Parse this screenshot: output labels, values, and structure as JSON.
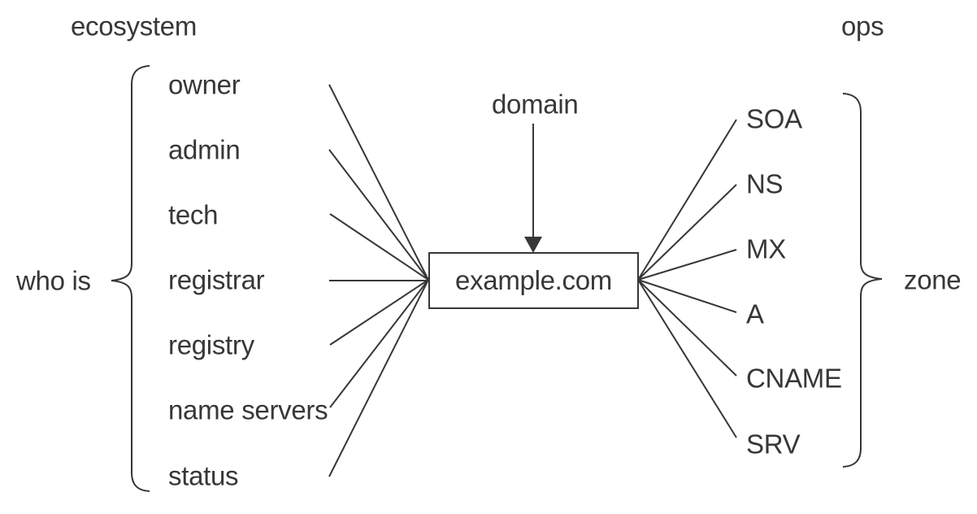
{
  "diagram": {
    "ecosystem_title": "ecosystem",
    "ops_title": "ops",
    "center": {
      "arrow_label": "domain",
      "node_label": "example.com"
    },
    "whois_group": {
      "brace_label": "who is",
      "items": [
        "owner",
        "admin",
        "tech",
        "registrar",
        "registry",
        "name servers",
        "status"
      ]
    },
    "zone_group": {
      "brace_label": "zone",
      "items": [
        "SOA",
        "NS",
        "MX",
        "A",
        "CNAME",
        "SRV"
      ]
    },
    "colors": {
      "ink": "#373737",
      "background": "#ffffff"
    }
  }
}
